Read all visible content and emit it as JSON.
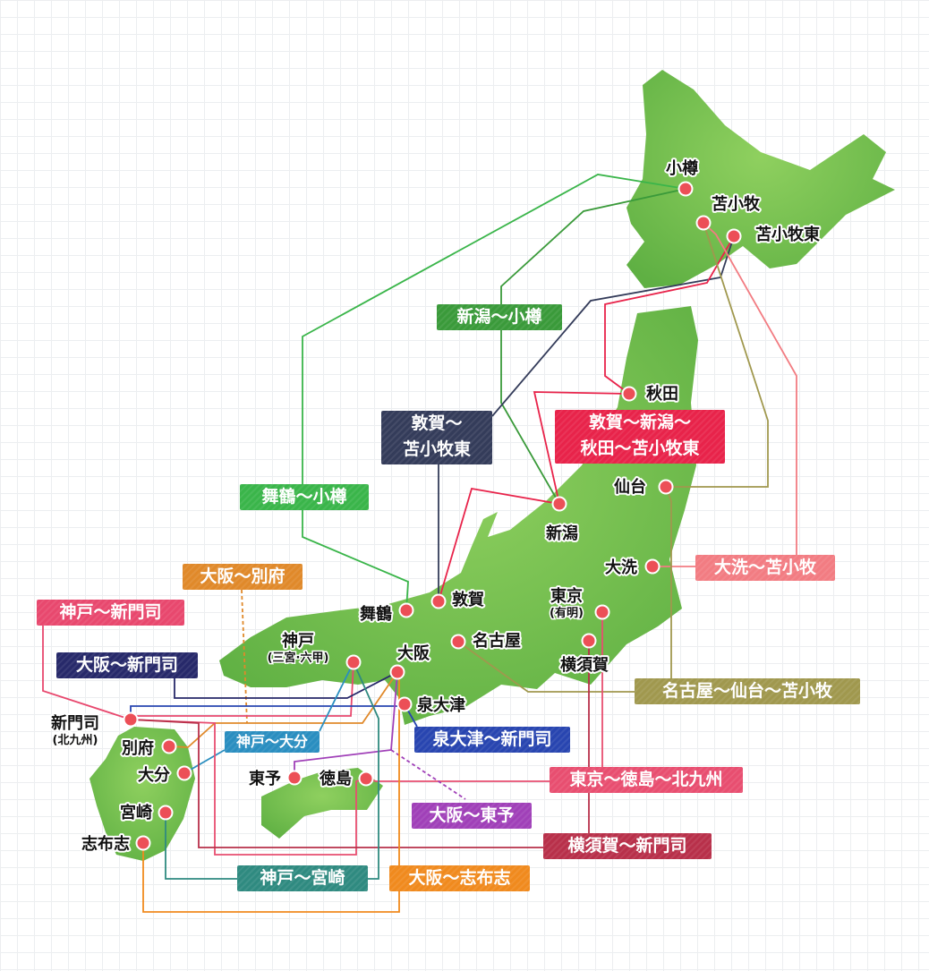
{
  "colors": {
    "land": "#7cc451",
    "land_dark": "#5fb043",
    "port_dot": "#ec4f57"
  },
  "ports": [
    {
      "name": "小樽"
    },
    {
      "name": "苫小牧"
    },
    {
      "name": "苫小牧東"
    },
    {
      "name": "秋田"
    },
    {
      "name": "仙台"
    },
    {
      "name": "新潟"
    },
    {
      "name": "大洗"
    },
    {
      "name": "東京",
      "sub": "(有明)"
    },
    {
      "name": "横須賀"
    },
    {
      "name": "名古屋"
    },
    {
      "name": "敦賀"
    },
    {
      "name": "舞鶴"
    },
    {
      "name": "神戸",
      "sub": "(三宮·六甲)"
    },
    {
      "name": "大阪"
    },
    {
      "name": "泉大津"
    },
    {
      "name": "新門司",
      "sub": "(北九州)"
    },
    {
      "name": "別府"
    },
    {
      "name": "大分"
    },
    {
      "name": "宮崎"
    },
    {
      "name": "志布志"
    },
    {
      "name": "東予"
    },
    {
      "name": "徳島"
    }
  ],
  "routes": [
    {
      "label": "新潟〜小樽",
      "color": "#3a9a3a"
    },
    {
      "label": "敦賀〜苫小牧東",
      "line1": "敦賀〜",
      "line2": "苫小牧東",
      "color": "#343c5a"
    },
    {
      "label": "敦賀〜新潟〜秋田〜苫小牧東",
      "line1": "敦賀〜新潟〜",
      "line2": "秋田〜苫小牧東",
      "color": "#e8234a"
    },
    {
      "label": "舞鶴〜小樽",
      "color": "#3ab54a"
    },
    {
      "label": "大洗〜苫小牧",
      "color": "#f27c82"
    },
    {
      "label": "大阪〜別府",
      "color": "#e0892a"
    },
    {
      "label": "神戸〜新門司",
      "color": "#e8486e"
    },
    {
      "label": "大阪〜新門司",
      "color": "#27296a"
    },
    {
      "label": "名古屋〜仙台〜苫小牧",
      "color": "#a0984e"
    },
    {
      "label": "泉大津〜新門司",
      "color": "#2845b0"
    },
    {
      "label": "神戸〜大分",
      "color": "#2a8ec0"
    },
    {
      "label": "東京〜徳島〜北九州",
      "color": "#e84e70"
    },
    {
      "label": "大阪〜東予",
      "color": "#a040b8"
    },
    {
      "label": "横須賀〜新門司",
      "color": "#b8304a"
    },
    {
      "label": "神戸〜宮崎",
      "color": "#2f8a80"
    },
    {
      "label": "大阪〜志布志",
      "color": "#f08a1e"
    }
  ]
}
